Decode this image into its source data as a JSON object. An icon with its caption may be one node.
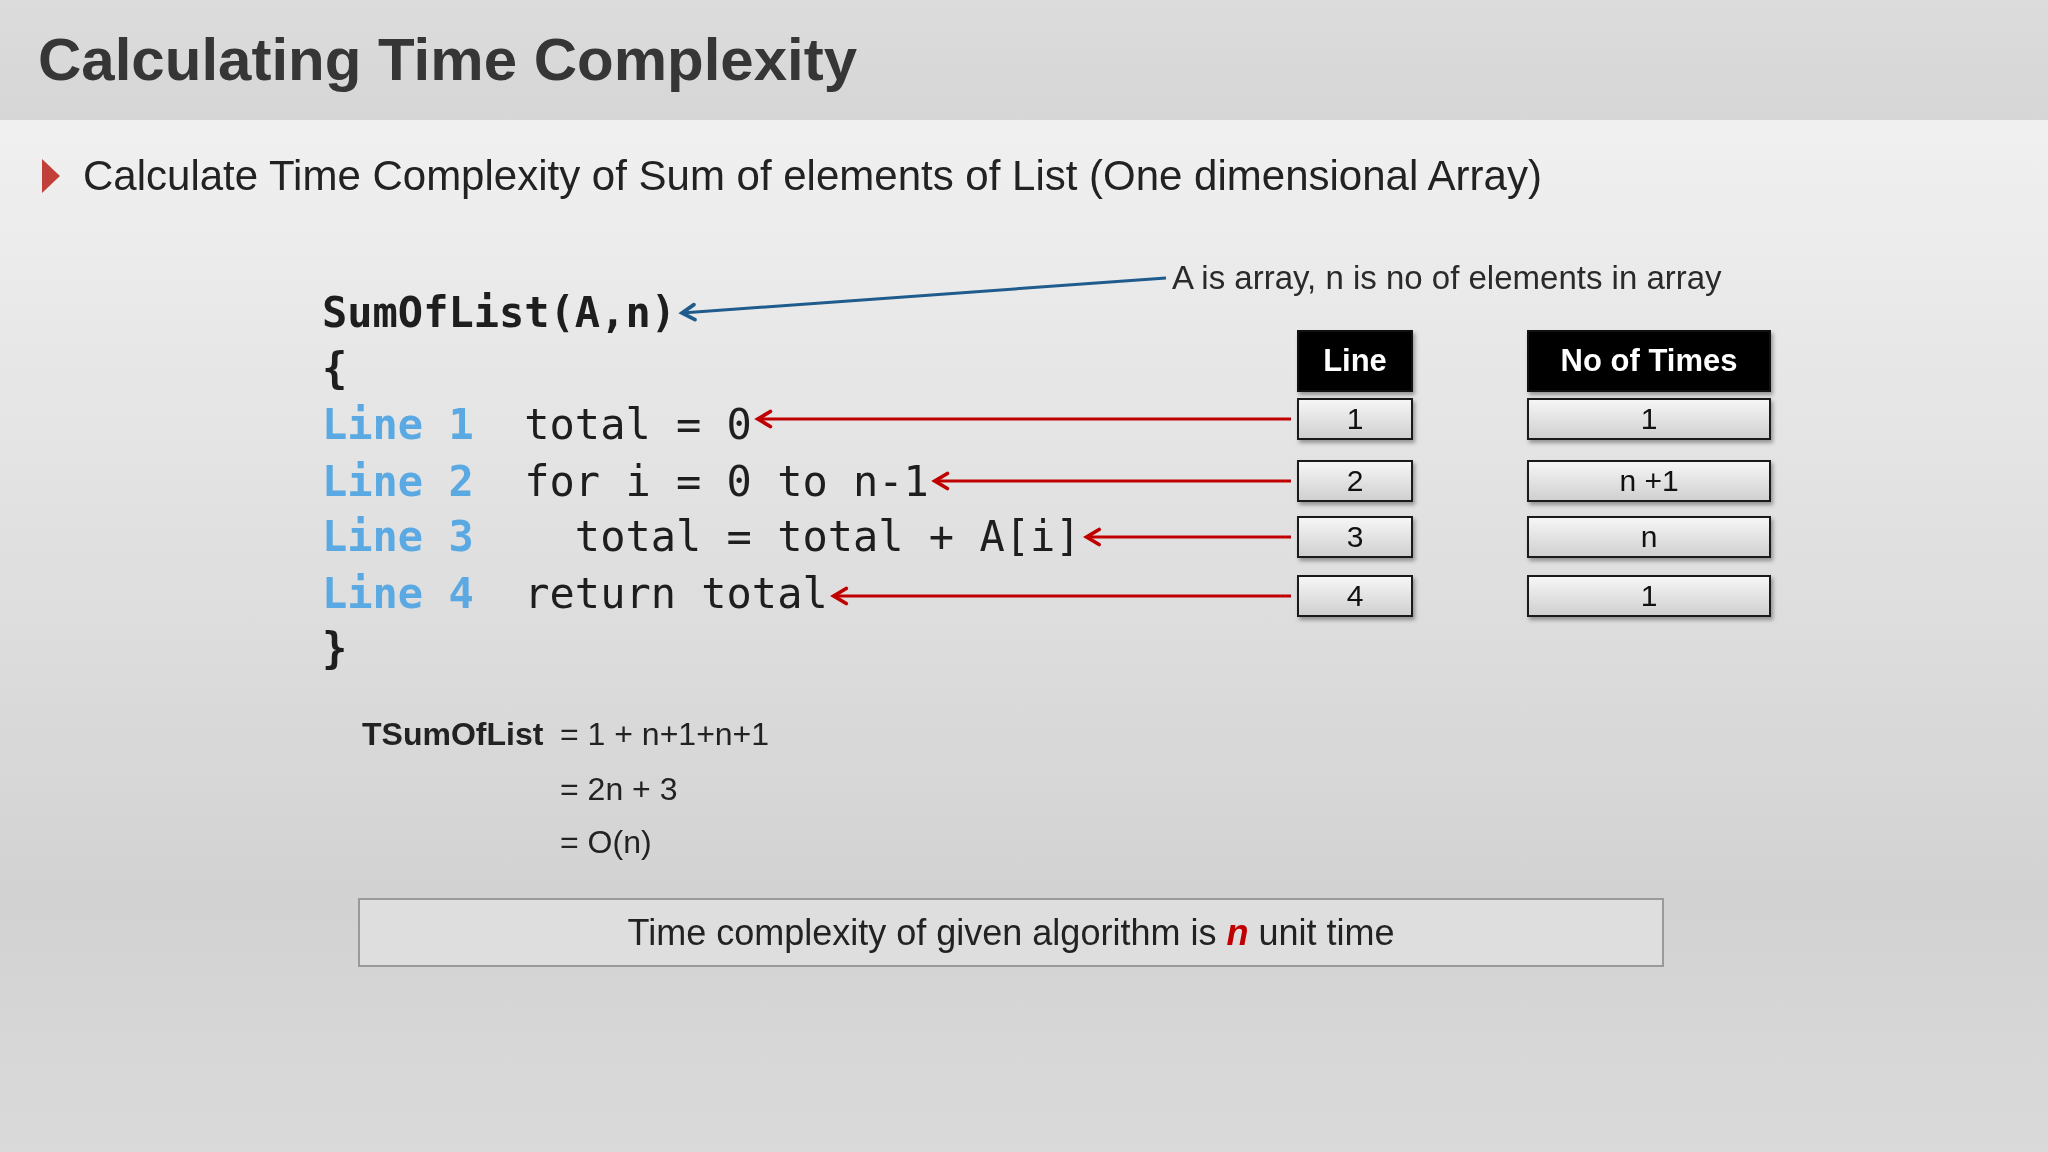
{
  "diagram": {
    "title": "Calculating Time Complexity",
    "nodes": [
      {
        "text": [
          "SumOfList(A,n)"
        ]
      },
      {
        "text": [
          "A is array, n is no of elements in array"
        ]
      },
      {
        "text": [
          "Line"
        ]
      },
      {
        "text": [
          "No of Times"
        ]
      },
      {
        "text": [
          "Line 1",
          "total = 0"
        ]
      },
      {
        "text": [
          "1"
        ]
      },
      {
        "text": [
          "1"
        ]
      },
      {
        "text": [
          "Line 2",
          "for i = 0 to n-1"
        ]
      },
      {
        "text": [
          "2"
        ]
      },
      {
        "text": [
          "n +1"
        ]
      },
      {
        "text": [
          "Line 3",
          "total = total + A[i]"
        ]
      },
      {
        "text": [
          "3"
        ]
      },
      {
        "text": [
          "n"
        ]
      },
      {
        "text": [
          "Line 4",
          "return total"
        ]
      },
      {
        "text": [
          "4"
        ]
      },
      {
        "text": [
          "1"
        ]
      },
      {
        "text": [
          "Time complexity of given algorithm is **n** unit time"
        ]
      }
    ],
    "edges": [
      {
        "from": 1,
        "to": 0,
        "arrow": "to",
        "color": "#1f5b8c"
      },
      {
        "from": 5,
        "to": 4,
        "arrow": "to"
      },
      {
        "from": 8,
        "to": 7,
        "arrow": "to"
      },
      {
        "from": 11,
        "to": 10,
        "arrow": "to"
      },
      {
        "from": 14,
        "to": 13,
        "arrow": "to"
      }
    ],
    "labels": [
      "Calculate Time Complexity of Sum of elements of List (One dimensional Array)",
      "{",
      "}",
      "TSumOfList",
      "= 1 + n+1+n+1",
      "= 2n + 3",
      "= O(n)"
    ]
  }
}
